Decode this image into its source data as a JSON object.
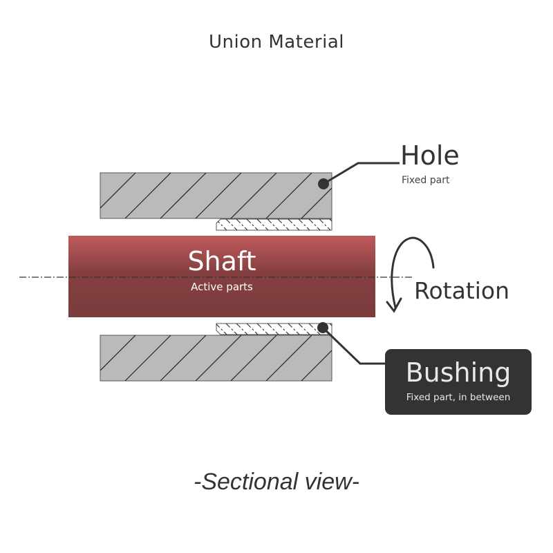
{
  "title": "Union Material",
  "caption": "-Sectional view-",
  "parts": {
    "hole": {
      "label": "Hole",
      "description": "Fixed part"
    },
    "shaft": {
      "label": "Shaft",
      "description": "Active parts"
    },
    "bushing": {
      "label": "Bushing",
      "description": "Fixed part, in between"
    }
  },
  "motion": {
    "label": "Rotation",
    "icon": "rotation-arrow-icon"
  },
  "colors": {
    "shaft_top": "#c05a5c",
    "shaft_bottom": "#7a3c3c",
    "plate_fill": "#bababa",
    "bushing_fill": "#ffffff",
    "ink": "#333333",
    "callout_box": "#333333"
  }
}
